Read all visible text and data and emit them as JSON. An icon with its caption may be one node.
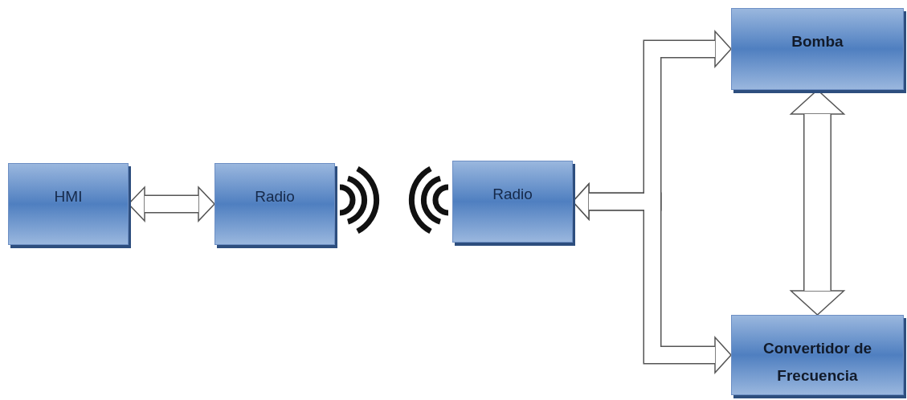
{
  "diagram": {
    "nodes": [
      {
        "text": [
          "HMI"
        ]
      },
      {
        "text": [
          "Radio"
        ]
      },
      {
        "text": [
          "Radio"
        ]
      },
      {
        "text": [
          "Bomba"
        ]
      },
      {
        "text": [
          "Convertidor de Frecuencia"
        ]
      }
    ],
    "edges": [
      {
        "from": 0,
        "to": 1,
        "arrow": "both"
      },
      {
        "from": 2,
        "to": 3,
        "arrow": "both"
      },
      {
        "from": 2,
        "to": 4,
        "arrow": "both"
      },
      {
        "from": 3,
        "to": 4,
        "arrow": "both"
      }
    ]
  }
}
